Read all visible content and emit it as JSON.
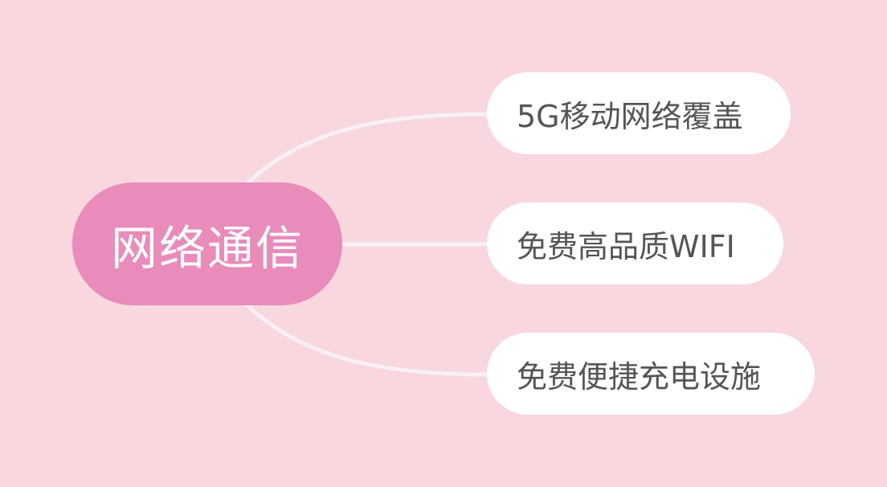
{
  "mindmap": {
    "root": {
      "label": "网络通信"
    },
    "branches": [
      {
        "label": "5G移动网络覆盖"
      },
      {
        "label": "免费高品质WIFI"
      },
      {
        "label": "免费便捷充电设施"
      }
    ]
  },
  "colors": {
    "background": "#f8d7df",
    "root_fill": "#e98bbb",
    "root_text": "#ffffff",
    "node_fill": "#ffffff",
    "node_text": "#555555",
    "connector": "#f7f1f3"
  }
}
